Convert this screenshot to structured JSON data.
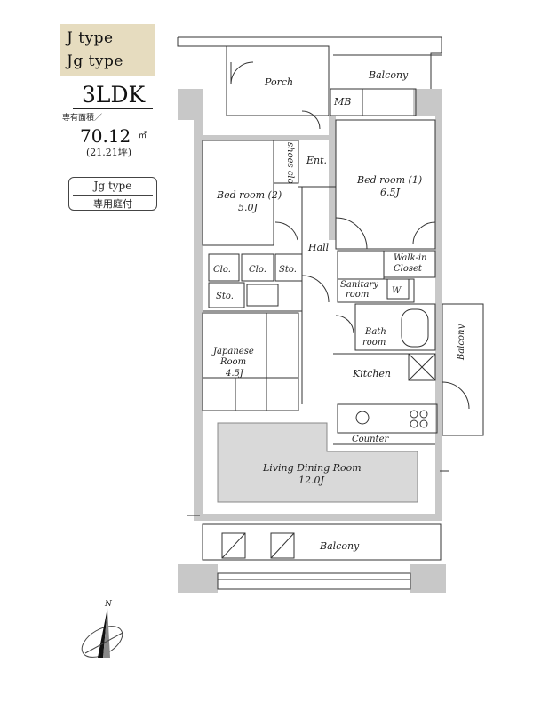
{
  "header": {
    "type_line_1": "J type",
    "type_line_2": "Jg type",
    "layout_code": "3LDK",
    "area_label": "専有面積／",
    "area_value": "70.12",
    "area_unit": "㎡",
    "area_tsubo": "(21.21坪)",
    "variant_title": "Jg type",
    "variant_note": "専用庭付"
  },
  "rooms": {
    "porch": "Porch",
    "balcony_top": "Balcony",
    "mb": "MB",
    "shoes": "shoes clo",
    "ent": "Ent.",
    "bed2_name": "Bed room (2)",
    "bed2_size": "5.0J",
    "bed1_name": "Bed room (1)",
    "bed1_size": "6.5J",
    "hall": "Hall",
    "clo1": "Clo.",
    "clo2": "Clo.",
    "sto1": "Sto.",
    "sto2": "Sto.",
    "walkin_1": "Walk-in",
    "walkin_2": "Closet",
    "sanitary_1": "Sanitary",
    "sanitary_2": "room",
    "w": "W",
    "bath_1": "Bath",
    "bath_2": "room",
    "japanese_1": "Japanese",
    "japanese_2": "Room",
    "japanese_size": "4.5J",
    "kitchen": "Kitchen",
    "balcony_side": "Balcony",
    "counter": "Counter",
    "ldk_name": "Living Dining Room",
    "ldk_size": "12.0J",
    "balcony_bottom": "Balcony"
  },
  "compass": {
    "north": "N"
  },
  "colors": {
    "badge_bg": "#e6dcbf",
    "wall": "#c8c8c8",
    "ldk_fill": "#d9d9d9"
  }
}
